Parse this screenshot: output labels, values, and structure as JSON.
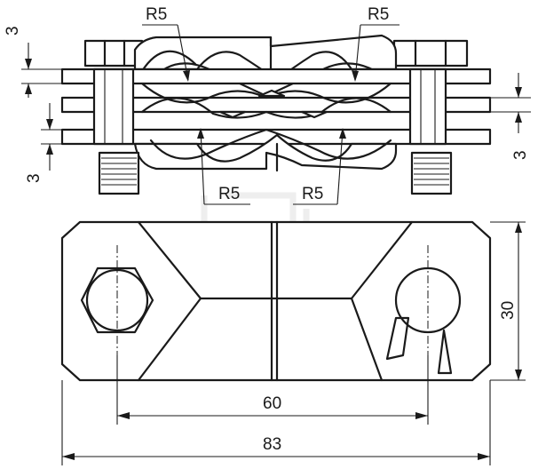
{
  "diagram": {
    "top_view": {
      "radius_labels": [
        "R5",
        "R5",
        "R5",
        "R5"
      ],
      "plate_thickness_labels": [
        "3",
        "3",
        "3"
      ]
    },
    "plan_view": {
      "height_label": "30",
      "bolt_spacing_label": "60",
      "overall_length_label": "83"
    }
  }
}
